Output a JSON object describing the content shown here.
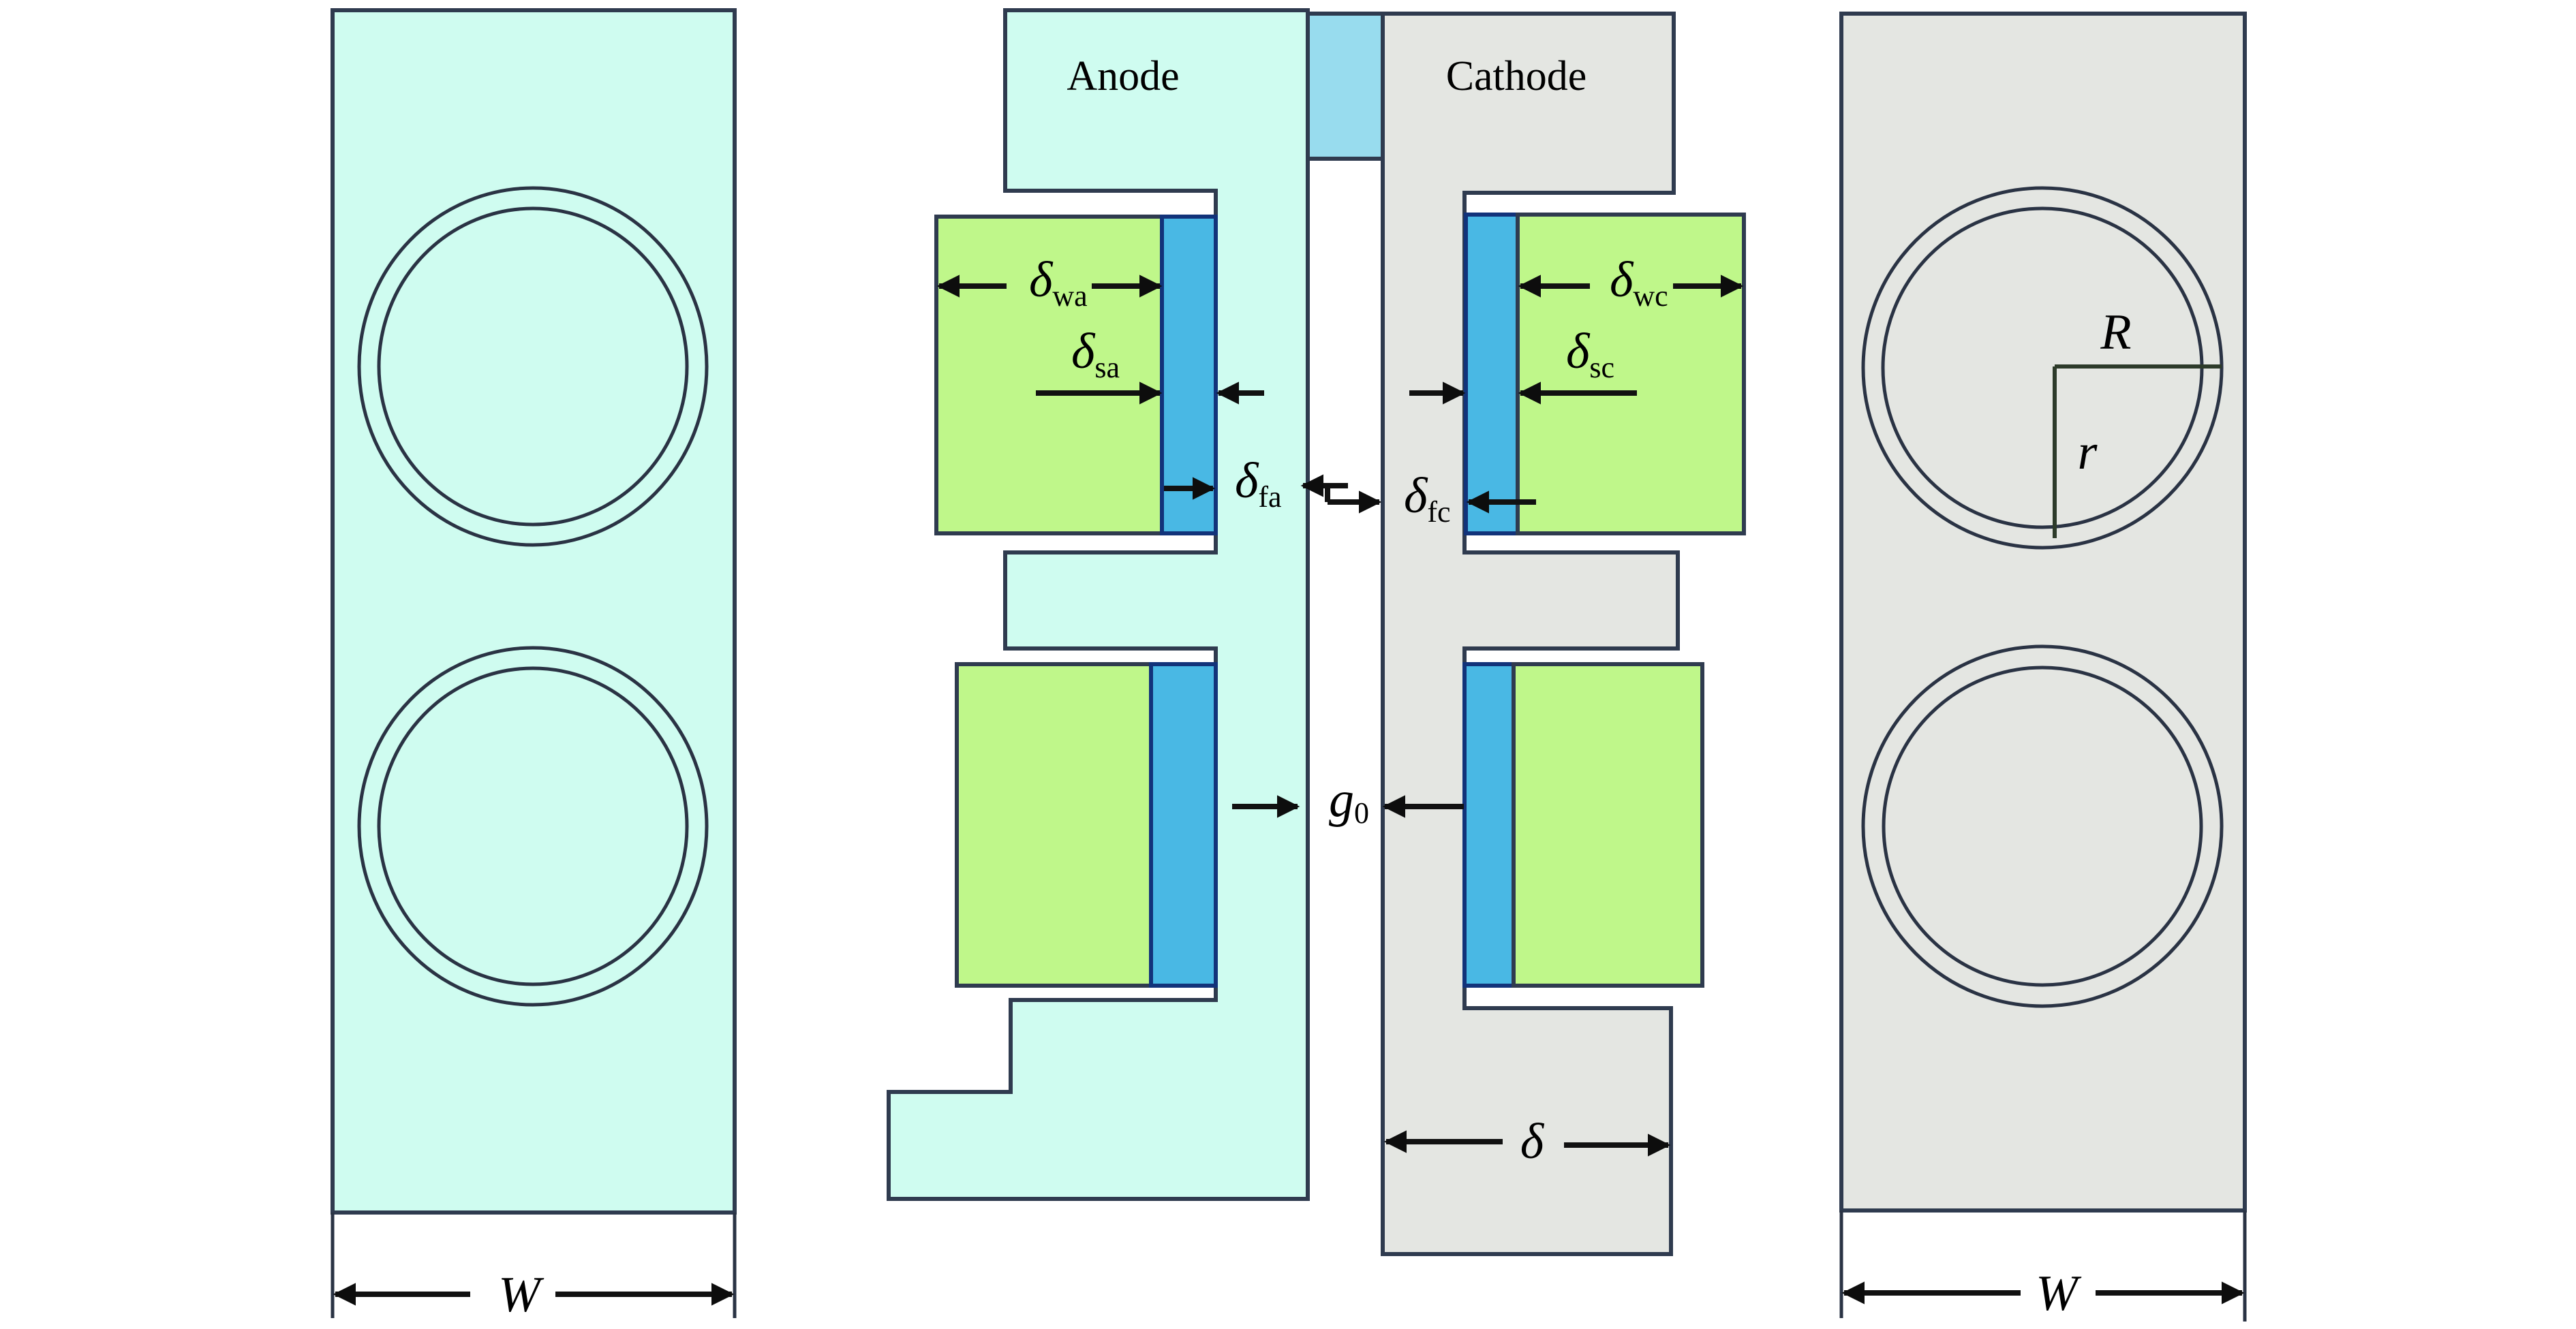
{
  "figure": {
    "title": "Cross-section schematic of anode and cathode structure",
    "colors": {
      "anode_body": "#cffcf0",
      "cathode_body": "#e4e6e2",
      "electrolyte_green": "#bff78a",
      "separator_blue": "#49b8e4",
      "connector_blue": "#98dcee",
      "outline": "#2f3b4f"
    }
  },
  "labels": {
    "anode": "Anode",
    "cathode": "Cathode",
    "delta_wa": {
      "symbol": "δ",
      "sub": "wa"
    },
    "delta_sa": {
      "symbol": "δ",
      "sub": "sa"
    },
    "delta_fa": {
      "symbol": "δ",
      "sub": "fa"
    },
    "delta_wc": {
      "symbol": "δ",
      "sub": "wc"
    },
    "delta_sc": {
      "symbol": "δ",
      "sub": "sc"
    },
    "delta_fc": {
      "symbol": "δ",
      "sub": "fc"
    },
    "g0": {
      "symbol": "g",
      "sub": "0"
    },
    "delta": "δ",
    "R": "R",
    "r": "r",
    "W_left": "W",
    "W_right": "W"
  }
}
